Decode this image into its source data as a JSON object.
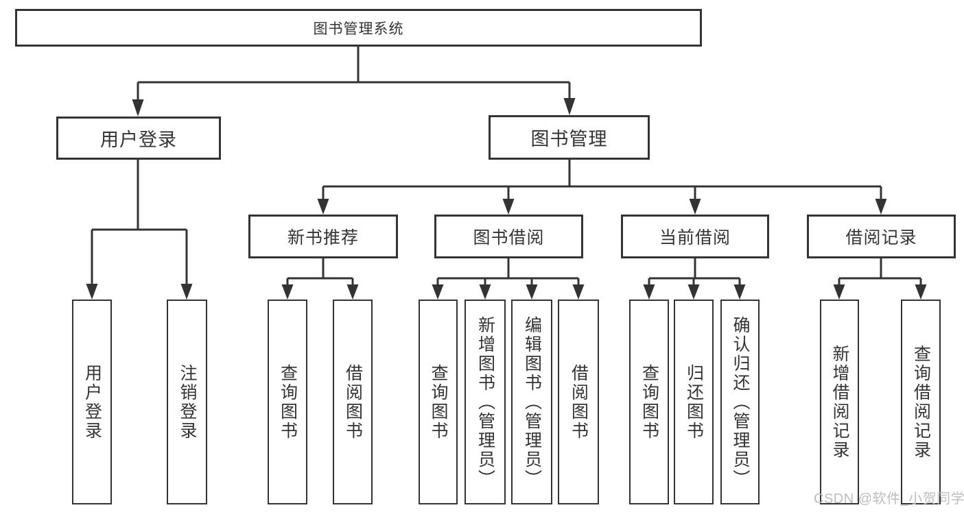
{
  "diagram": {
    "title": "图书管理系统",
    "root": {
      "label": "图书管理系统"
    },
    "branches": [
      {
        "label": "用户登录",
        "children": [
          {
            "label": "用户登录"
          },
          {
            "label": "注销登录"
          }
        ]
      },
      {
        "label": "图书管理",
        "children": [
          {
            "label": "新书推荐",
            "children": [
              {
                "label": "查询图书"
              },
              {
                "label": "借阅图书"
              }
            ]
          },
          {
            "label": "图书借阅",
            "children": [
              {
                "label": "查询图书"
              },
              {
                "label": "新增图书（管理员）"
              },
              {
                "label": "编辑图书（管理员）"
              },
              {
                "label": "借阅图书"
              }
            ]
          },
          {
            "label": "当前借阅",
            "children": [
              {
                "label": "查询图书"
              },
              {
                "label": "归还图书"
              },
              {
                "label": "确认归还（管理员）"
              }
            ]
          },
          {
            "label": "借阅记录",
            "children": [
              {
                "label": "新增借阅记录"
              },
              {
                "label": "查询借阅记录"
              }
            ]
          }
        ]
      }
    ]
  },
  "watermark": {
    "text": "CSDN @软件_小贺同学"
  },
  "colors": {
    "line": "#333333",
    "text": "#333333",
    "box_background": "#ffffff",
    "page_background": "#ffffff",
    "watermark": "#bdbdbd"
  }
}
